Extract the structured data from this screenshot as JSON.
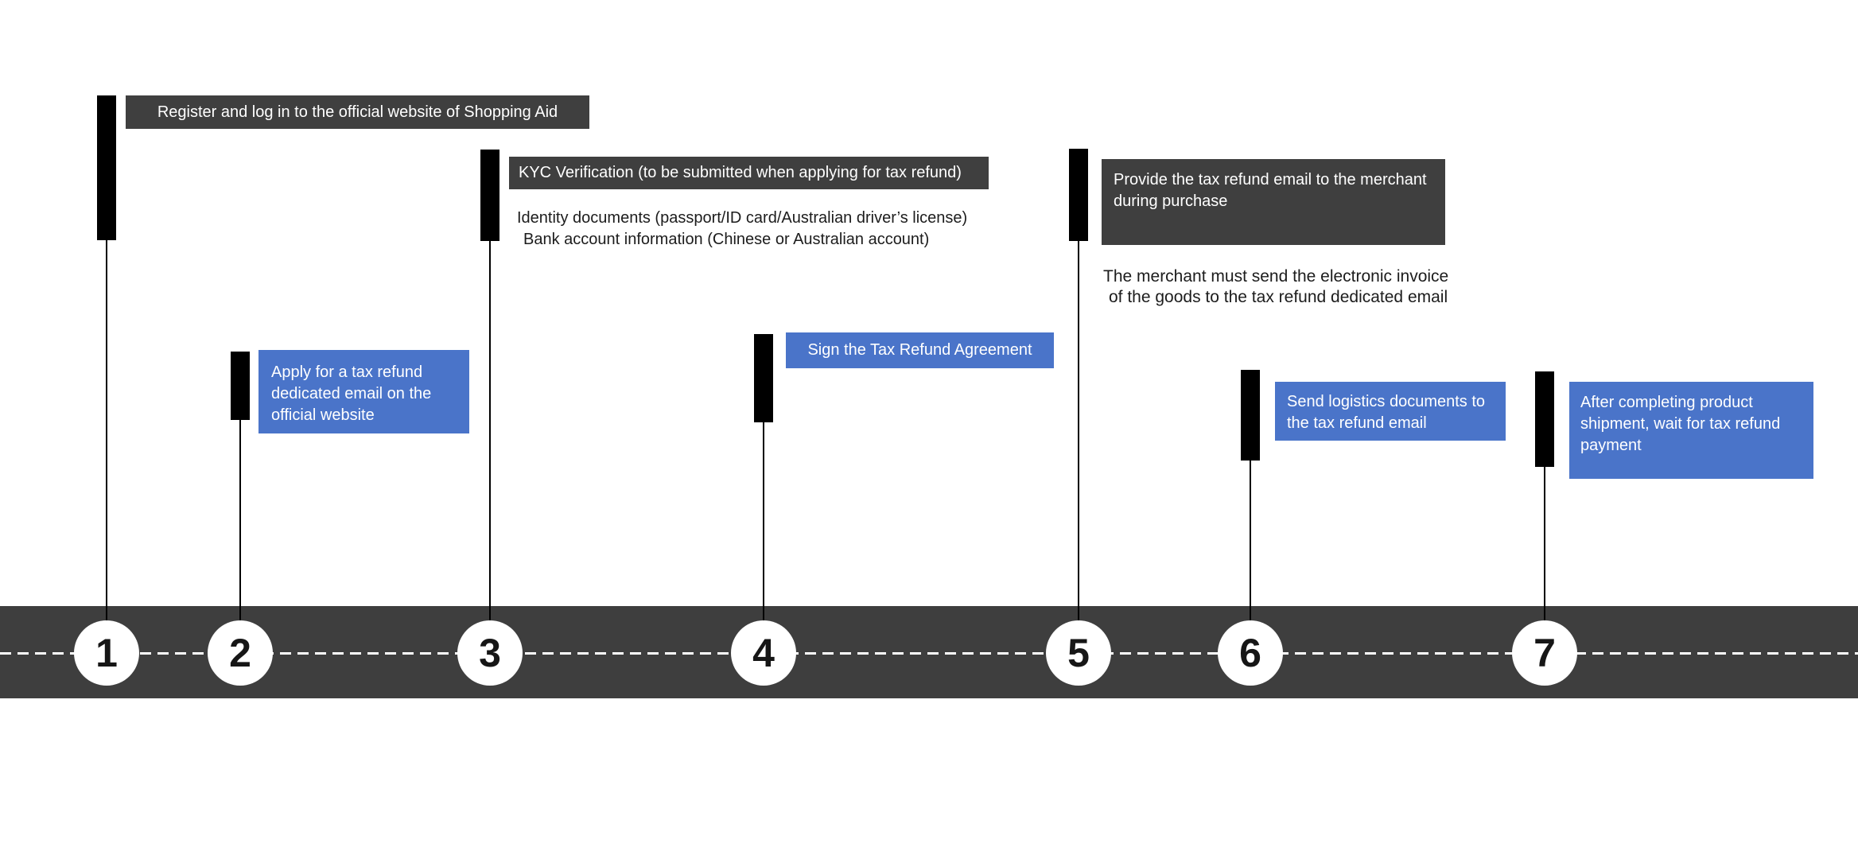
{
  "diagram": {
    "type": "timeline-process",
    "topic": "Tax refund process",
    "numbers": [
      "1",
      "2",
      "3",
      "4",
      "5",
      "6",
      "7"
    ]
  },
  "colors": {
    "background": "#ffffff",
    "band": "#3e3e3e",
    "dark_box": "#3f3f3f",
    "blue_box": "#4a74c9",
    "marker_bar": "#000000",
    "connector_line": "#000000",
    "dashed_line": "#ffffff",
    "box_text": "#ffffff",
    "note_text": "#1c1c1c",
    "number_text": "#161616"
  },
  "steps": [
    {
      "number": "1",
      "style": "dark",
      "label": "Register and log in to the official website of Shopping Aid"
    },
    {
      "number": "2",
      "style": "blue",
      "lines": [
        "Apply for a tax refund",
        "dedicated email on the",
        "official website"
      ]
    },
    {
      "number": "3",
      "style": "dark",
      "label": "KYC Verification (to be submitted when applying for tax refund)",
      "notes": [
        "Identity documents (passport/ID card/Australian driver’s license)",
        "Bank account information (Chinese or Australian account)"
      ]
    },
    {
      "number": "4",
      "style": "blue",
      "label": "Sign the Tax Refund Agreement"
    },
    {
      "number": "5",
      "style": "dark",
      "lines": [
        "Provide the tax refund email to the merchant",
        "during purchase"
      ],
      "notes": [
        "The merchant must send the electronic invoice",
        "of the goods to the tax refund dedicated email"
      ]
    },
    {
      "number": "6",
      "style": "blue",
      "lines": [
        "Send logistics documents to",
        "the tax refund email"
      ]
    },
    {
      "number": "7",
      "style": "blue",
      "lines": [
        "After completing product",
        "shipment, wait for tax refund",
        "payment"
      ]
    }
  ]
}
